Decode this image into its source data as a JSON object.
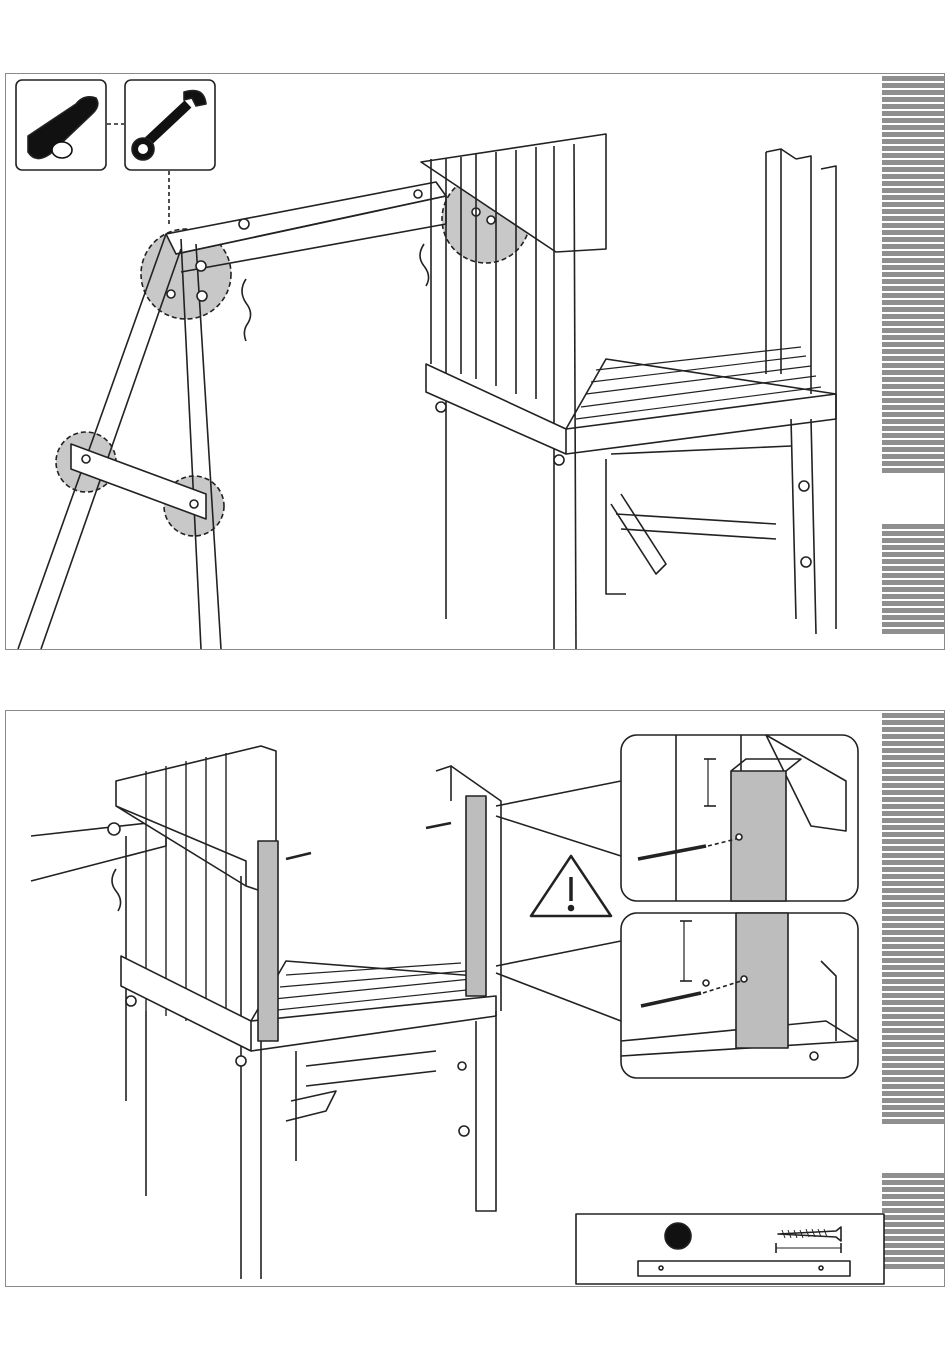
{
  "document": {
    "type": "assembly-instructions",
    "steps_on_page": 2
  },
  "step1": {
    "tools": [
      "socket-wrench-icon",
      "open-end-wrench-icon"
    ],
    "highlighted_joints": 4
  },
  "step2": {
    "warning_icon": "warning-triangle-icon",
    "detail_insets": 2
  },
  "parts_box": {
    "fastener_icon": "wood-screw-icon",
    "marker_icon": "black-dot-icon",
    "part_icon": "plank-icon"
  },
  "colors": {
    "outline": "#222222",
    "highlight_gray": "#c8c8c8",
    "post_gray": "#bdbdbd",
    "panel_border": "#8a8a8a",
    "stripe": "#8f8f8f"
  }
}
